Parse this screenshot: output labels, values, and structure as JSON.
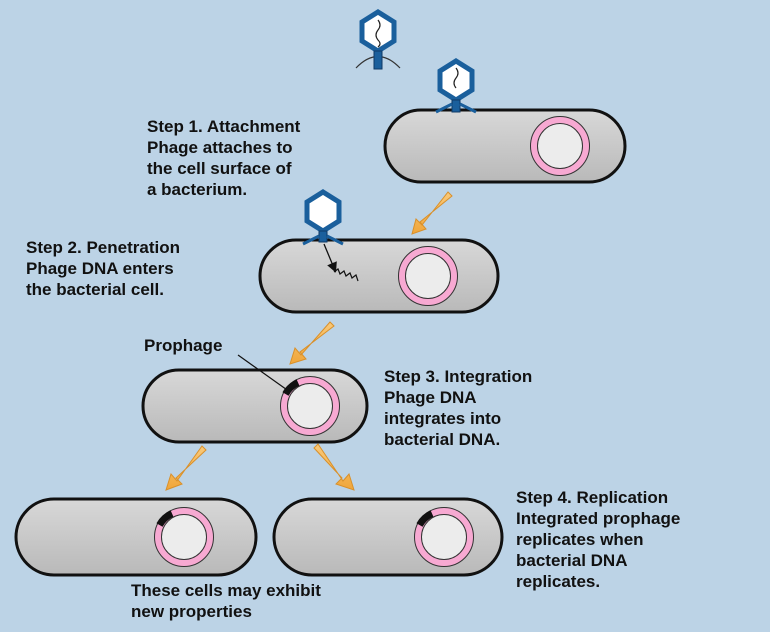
{
  "steps": [
    {
      "title": "Step 1. Attachment",
      "lines": [
        "Phage attaches to",
        "the cell surface of",
        "a bacterium."
      ]
    },
    {
      "title": "Step 2. Penetration",
      "lines": [
        "Phage DNA enters",
        "the bacterial cell."
      ]
    },
    {
      "title": "Step 3. Integration",
      "lines": [
        "Phage DNA",
        "integrates into",
        "bacterial DNA."
      ]
    },
    {
      "title": "Step 4. Replication",
      "lines": [
        "Integrated prophage",
        "replicates when",
        "bacterial DNA",
        "replicates."
      ]
    }
  ],
  "labels": {
    "prophage": "Prophage",
    "outcome": [
      "These cells may exhibit",
      "new properties"
    ]
  },
  "colors": {
    "background": "#bcd3e6",
    "cell_fill": "#c9c9c9",
    "phage_outline": "#1a5f9c",
    "plasmid_ring": "#f7a9d2",
    "arrow": "#f5b041"
  }
}
